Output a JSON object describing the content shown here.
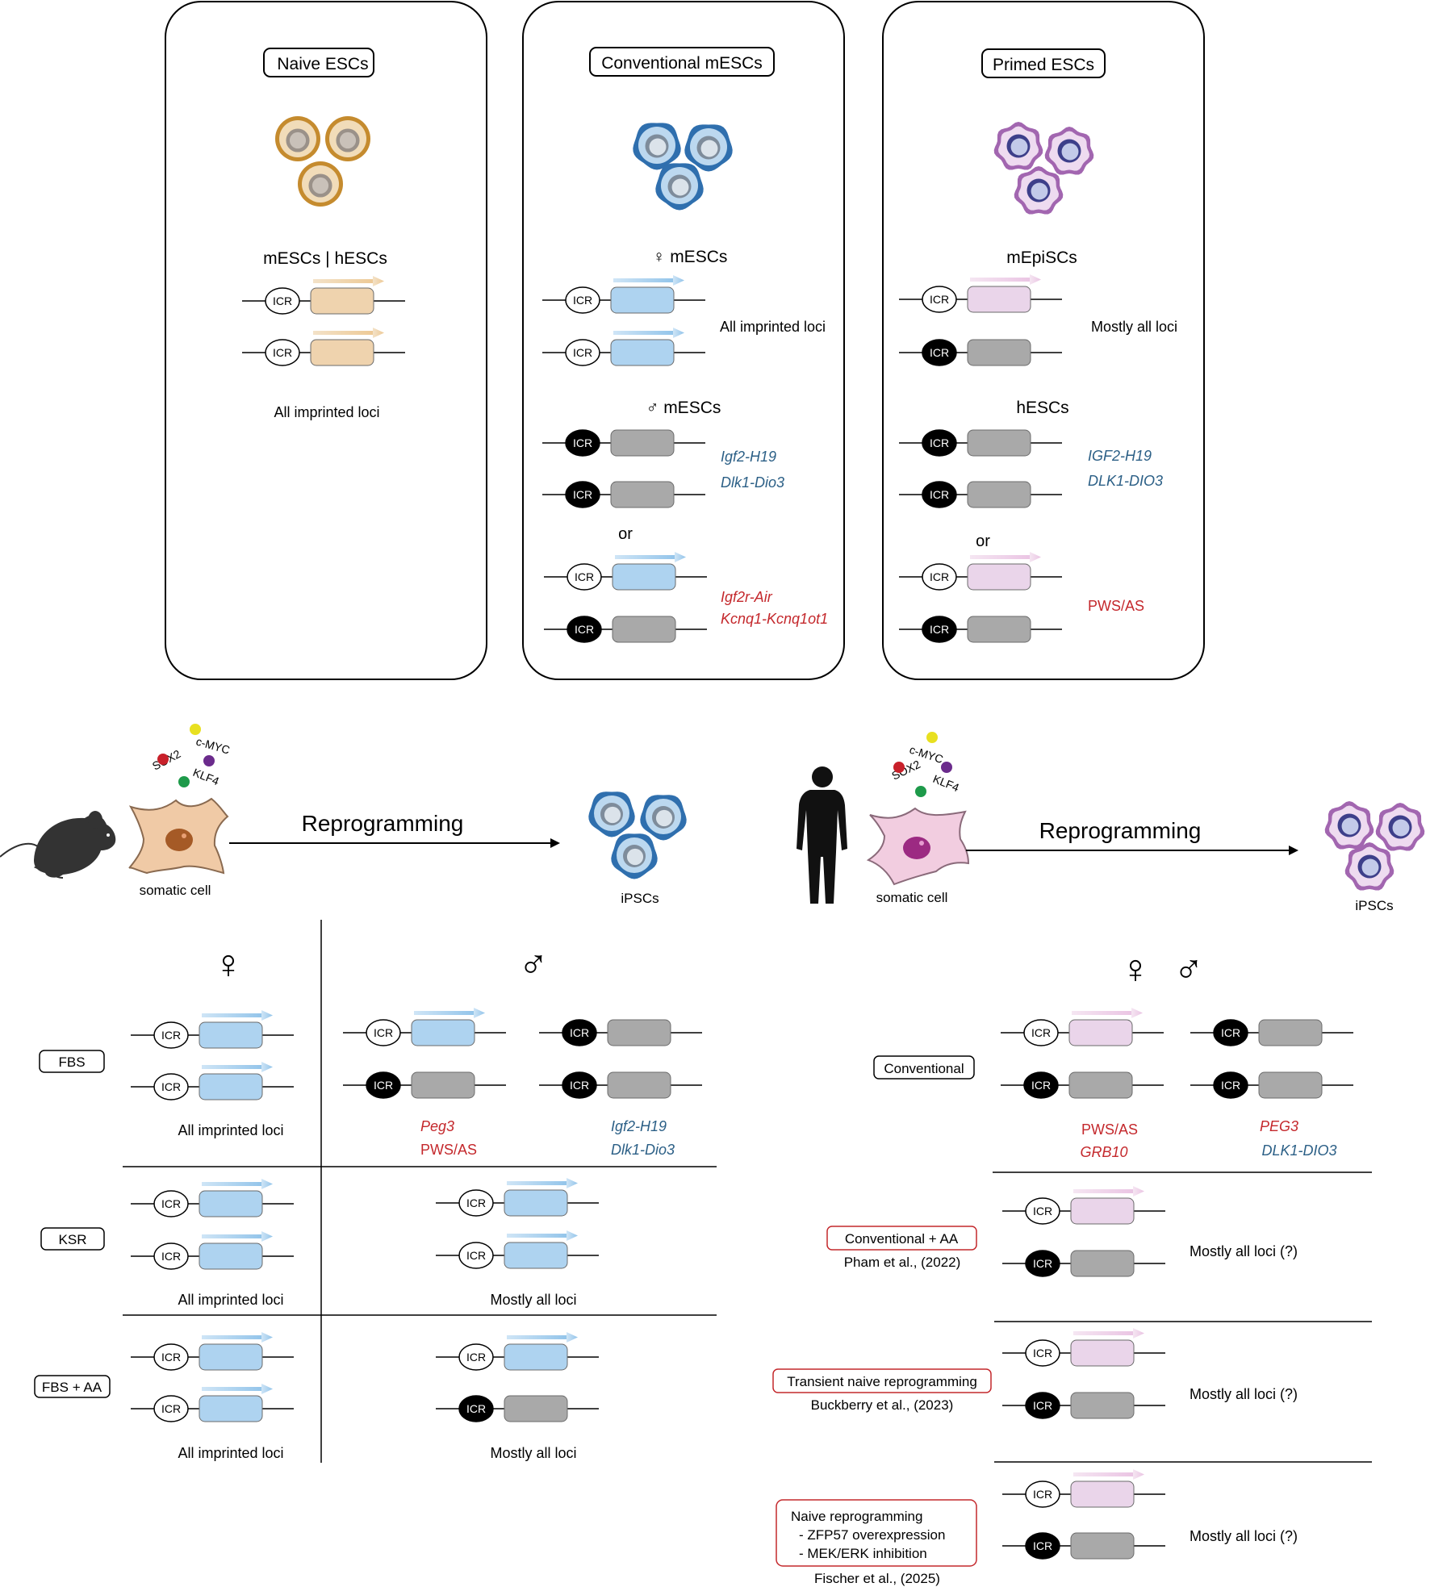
{
  "panels": [
    {
      "title": "Naive ESCs",
      "sub1": "mESCs | hESCs",
      "sub1_note": "All imprinted loci"
    },
    {
      "title": "Conventional mESCs",
      "sub1": "♀ mESCs",
      "sub1_note": "All imprinted loci",
      "sub2": "♂ mESCs",
      "sub2_loci_a": [
        "Igf2-H19",
        "Dlk1-Dio3"
      ],
      "or": "or",
      "sub2_loci_b": [
        "Igf2r-Air",
        "Kcnq1-Kcnq1ot1"
      ]
    },
    {
      "title": "Primed ESCs",
      "sub1": "mEpiSCs",
      "sub1_note": "Mostly all loci",
      "sub2": "hESCs",
      "sub2_loci_a": [
        "IGF2-H19",
        "DLK1-DIO3"
      ],
      "or": "or",
      "sub2_loci_b": [
        "PWS/AS"
      ]
    }
  ],
  "icr_label": "ICR",
  "mouse_factors": [
    "c-MYC",
    "SOX2",
    "KLF4"
  ],
  "human_factors": [
    "c-MYC",
    "SOX2",
    "KLF4"
  ],
  "reprogramming": "Reprogramming",
  "somatic_cell": "somatic cell",
  "ipscs": "iPSCs",
  "female_symbol": "♀",
  "male_symbol": "♂",
  "mouse_conditions": [
    {
      "label": "FBS",
      "female_note": "All imprinted loci",
      "male_a": [
        "Peg3",
        "PWS/AS"
      ],
      "male_b": [
        "Igf2-H19",
        "Dlk1-Dio3"
      ]
    },
    {
      "label": "KSR",
      "female_note": "All imprinted loci",
      "male_note": "Mostly all loci"
    },
    {
      "label": "FBS + AA",
      "female_note": "All imprinted loci",
      "male_note": "Mostly all loci"
    }
  ],
  "human_conditions": [
    {
      "label": "Conventional",
      "loci_a": [
        "PWS/AS",
        "GRB10"
      ],
      "loci_b": [
        "PEG3",
        "DLK1-DIO3"
      ]
    },
    {
      "label": "Conventional + AA",
      "ref": "Pham et al., (2022)",
      "note": "Mostly all loci (?)"
    },
    {
      "label": "Transient naive reprogramming",
      "ref": "Buckberry et al., (2023)",
      "note": "Mostly all loci (?)"
    },
    {
      "label_lines": [
        "Naive reprogramming",
        "- ZFP57 overexpression",
        "- MEK/ERK inhibition"
      ],
      "ref": "Fischer et al., (2025)",
      "note": "Mostly all loci (?)"
    }
  ],
  "colors": {
    "naive_cell": "#c58b2e",
    "naive_cell_fill": "#e8c898",
    "naive_gene": "#efd3ae",
    "blue_cell": "#3a78b5",
    "blue_gene": "#aed3f0",
    "blue_arrow": "#a9d1ee",
    "primed_cell": "#a266b0",
    "primed_gene": "#ead5ea",
    "primed_arrow": "#efcfe8",
    "silenced_gene": "#a9a9a9",
    "red_text": "#c4282c",
    "blue_text": "#2b5f86"
  }
}
